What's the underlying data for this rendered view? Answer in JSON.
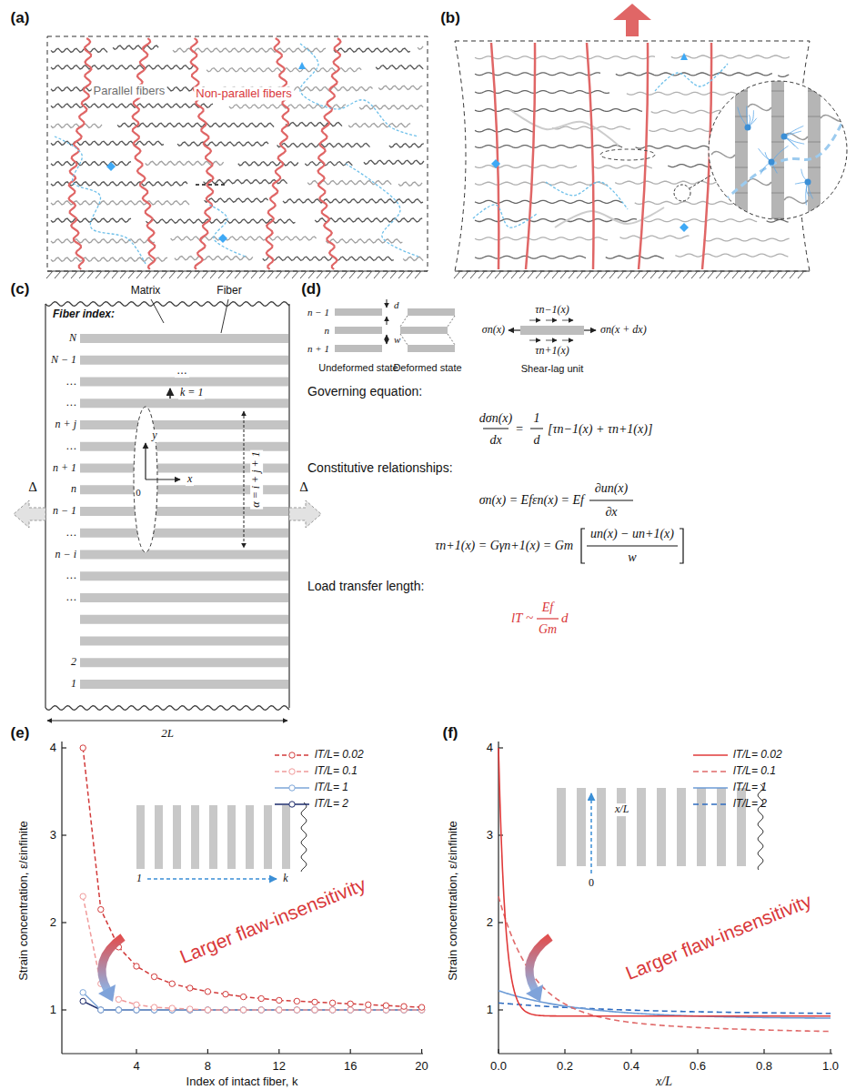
{
  "diagram": {
    "labels": [
      "(a)",
      "Parallel fibers",
      "Non-parallel fibers",
      "(b)",
      "(c)",
      "Matrix",
      "Fiber",
      "Fiber index:",
      "N",
      "N − 1",
      "…",
      "…",
      "n + j",
      "…",
      "n + 1",
      "n",
      "n − 1",
      "…",
      "n − i",
      "…",
      "…",
      "2",
      "1",
      "…",
      "k = 1",
      "y",
      "x",
      "0",
      "α = i + j + 1",
      "Δ",
      "Δ",
      "2L",
      "(d)",
      "n − 1",
      "n",
      "n + 1",
      "d",
      "w",
      "Undeformed state",
      "Deformed state",
      "σn(x)",
      "σn(x + dx)",
      "τn−1(x)",
      "τn+1(x)",
      "Shear-lag unit",
      "Governing equation:",
      "dσn(x)",
      "dx",
      "=",
      "1",
      "d",
      "[τn−1(x) + τn+1(x)]",
      "Constitutive relationships:",
      "σn(x) = Efεn(x) = Ef",
      "∂un(x)",
      "∂x",
      "τn+1(x) = Gγn+1(x) = Gm",
      "un(x) − un+1(x)",
      "w",
      "Load transfer length:",
      "lT ~",
      "Ef",
      "Gm",
      "d",
      "(e)",
      "4",
      "3",
      "2",
      "1",
      "Strain concentration, ε/εinfinite",
      "4",
      "8",
      "12",
      "16",
      "20",
      "Index of intact fiber, k",
      "1",
      "k",
      "Larger flaw-insensitivity",
      "(f)",
      "4",
      "3",
      "2",
      "1",
      "Strain concentration, ε/εinfinite",
      "0.0",
      "0.2",
      "0.4",
      "0.6",
      "0.8",
      "1.0",
      "x/L",
      "x/L",
      "0",
      "Larger flaw-insensitivity"
    ],
    "legend": [
      {
        "text": "lT/L= 0.02"
      },
      {
        "text": "lT/L= 0.1"
      },
      {
        "text": "lT/L= 1"
      },
      {
        "text": "lT/L= 2"
      },
      {
        "text": "lT/L= 0.02"
      },
      {
        "text": "lT/L= 0.1"
      },
      {
        "text": "lT/L= 1"
      },
      {
        "text": "lT/L= 2"
      }
    ]
  }
}
